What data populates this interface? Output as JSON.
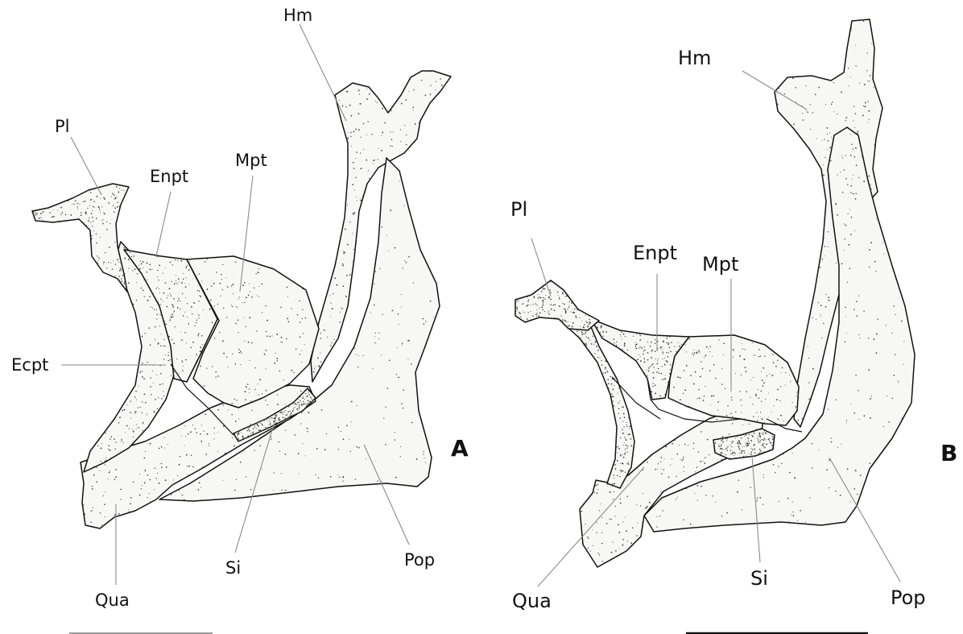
{
  "panel_a": {
    "letter": "A",
    "labels": {
      "hm": "Hm",
      "pl": "Pl",
      "enpt": "Enpt",
      "mpt": "Mpt",
      "ecpt": "Ecpt",
      "qua": "Qua",
      "si": "Si",
      "pop": "Pop"
    }
  },
  "panel_b": {
    "letter": "B",
    "labels": {
      "hm": "Hm",
      "pl": "Pl",
      "enpt": "Enpt",
      "mpt": "Mpt",
      "qua": "Qua",
      "si": "Si",
      "pop": "Pop"
    }
  }
}
